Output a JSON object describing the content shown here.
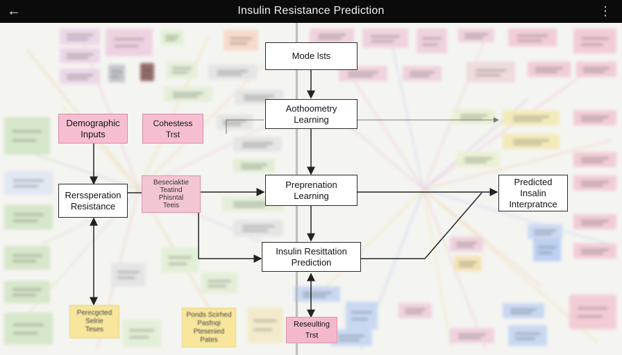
{
  "topbar": {
    "title": "Insulin Resistance Prediction",
    "back_icon": "←",
    "more_icon": "⋮"
  },
  "nodes": {
    "model_tests": "Mode lsts",
    "anthropometry": "Aothoometry\nLearning",
    "preparation": "Preprenation\nLearning",
    "insulin_prediction": "Insulin Resittation\nPrediction",
    "predicted_insulin": "Predicted\nInsalin\nInterpratnce",
    "demographic": "Demographic\nInputs",
    "cohesion": "Cohestess\nTrst",
    "resistance": "Rerssperation\nResistance",
    "biomarker": "Beseciaktie\nTeatind\nPhisntal\nTeeis",
    "perceptual": "Perecgcted\nSelrie\nTeses",
    "module_detail": "Ponds Scirhed\nPasfnqi\nPtesenied\nPates",
    "resulting_tests": "Reseulting\nTrst"
  },
  "colors": {
    "pink": "#f6bfd1",
    "yellow": "#f7e69c",
    "topbar": "#0b0b0b"
  }
}
